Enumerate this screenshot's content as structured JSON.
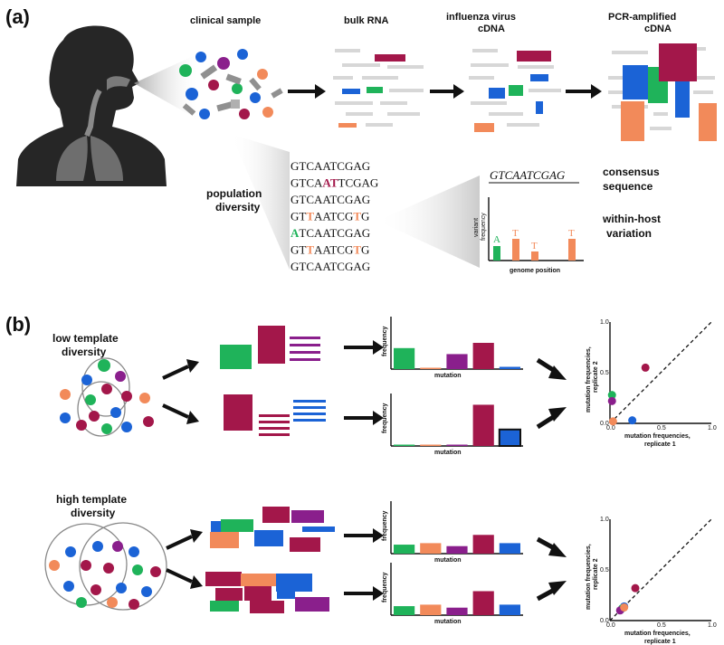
{
  "panel_a": {
    "letter": "(a)",
    "clinical_sample": "clinical sample",
    "bulk_rna": "bulk RNA",
    "cdna_line1": "influenza virus",
    "cdna_line2": "cDNA",
    "pcr_line1": "PCR-amplified",
    "pcr_line2": "cDNA",
    "pop_line1": "population",
    "pop_line2": "diversity",
    "sequences": [
      [
        "GTCAATCGAG",
        "",
        "",
        ""
      ],
      [
        "GTCA",
        "A",
        "T",
        "TCGAG"
      ],
      [
        "GTCAATCGAG",
        "",
        "",
        ""
      ],
      [
        "GT",
        "T",
        "AATCG",
        "T",
        "G"
      ],
      [
        "",
        "A",
        "TCAATCGAG"
      ],
      [
        "GT",
        "T",
        "AATCG",
        "T",
        "G"
      ],
      [
        "GTCAATCGAG",
        "",
        "",
        ""
      ]
    ],
    "consensus_seq": "GTCAATCGAG",
    "consensus_line1": "consensus",
    "consensus_line2": "sequence",
    "withinhost_line1": "within-host",
    "withinhost_line2": "variation",
    "inset_ylabel_line1": "variant",
    "inset_ylabel_line2": "frequency",
    "inset_xlabel": "genome position",
    "inset_bar_letters": [
      "A",
      "T",
      "T",
      "T"
    ]
  },
  "panel_b": {
    "letter": "(b)",
    "low_line1": "low template",
    "low_line2": "diversity",
    "high_line1": "high template",
    "high_line2": "diversity",
    "freq_ylabel": "frequency",
    "freq_xlabel": "mutation",
    "scatter_ylabel_line1": "mutation frequencies,",
    "scatter_ylabel_line2": "replicate 2",
    "scatter_xlabel_line1": "mutation frequencies,",
    "scatter_xlabel_line2": "replicate 1",
    "tick_labels": [
      "0.0",
      "0.5",
      "1.0"
    ]
  },
  "colors": {
    "red": "#a3174a",
    "blue": "#1b63d6",
    "green": "#1fb35a",
    "purple": "#8a1f8c",
    "orange": "#f28a5a",
    "gray": "#d7d7d7",
    "darkgray": "#909090",
    "silhouette": "#262626"
  },
  "chart_data": [
    {
      "type": "bar",
      "title": "",
      "xlabel": "mutation",
      "ylabel": "frequency",
      "categories": [
        "green",
        "orange",
        "purple",
        "red",
        "blue"
      ],
      "values": [
        0.28,
        0.0,
        0.2,
        0.35,
        0.03
      ]
    },
    {
      "type": "bar",
      "title": "",
      "xlabel": "mutation",
      "ylabel": "frequency",
      "categories": [
        "green",
        "orange",
        "purple",
        "red",
        "blue"
      ],
      "values": [
        0.01,
        0.0,
        0.0,
        0.55,
        0.22
      ]
    },
    {
      "type": "bar",
      "title": "",
      "xlabel": "mutation",
      "ylabel": "frequency",
      "categories": [
        "green",
        "orange",
        "purple",
        "red",
        "blue"
      ],
      "values": [
        0.12,
        0.14,
        0.1,
        0.25,
        0.14
      ]
    },
    {
      "type": "bar",
      "title": "",
      "xlabel": "mutation",
      "ylabel": "frequency",
      "categories": [
        "green",
        "orange",
        "purple",
        "red",
        "blue"
      ],
      "values": [
        0.12,
        0.14,
        0.1,
        0.32,
        0.14
      ]
    },
    {
      "type": "scatter",
      "title": "",
      "xlabel": "mutation frequencies, replicate 1",
      "ylabel": "mutation frequencies, replicate 2",
      "xlim": [
        0,
        1
      ],
      "ylim": [
        0,
        1
      ],
      "points": [
        {
          "x": 0.02,
          "y": 0.28,
          "color": "green"
        },
        {
          "x": 0.02,
          "y": 0.22,
          "color": "purple"
        },
        {
          "x": 0.35,
          "y": 0.55,
          "color": "red"
        },
        {
          "x": 0.22,
          "y": 0.03,
          "color": "blue"
        },
        {
          "x": 0.03,
          "y": 0.02,
          "color": "orange"
        }
      ]
    },
    {
      "type": "scatter",
      "title": "",
      "xlabel": "mutation frequencies, replicate 1",
      "ylabel": "mutation frequencies, replicate 2",
      "xlim": [
        0,
        1
      ],
      "ylim": [
        0,
        1
      ],
      "points": [
        {
          "x": 0.25,
          "y": 0.32,
          "color": "red"
        },
        {
          "x": 0.14,
          "y": 0.14,
          "color": "blue"
        },
        {
          "x": 0.12,
          "y": 0.12,
          "color": "green"
        },
        {
          "x": 0.1,
          "y": 0.1,
          "color": "purple"
        },
        {
          "x": 0.14,
          "y": 0.13,
          "color": "orange"
        }
      ]
    }
  ]
}
